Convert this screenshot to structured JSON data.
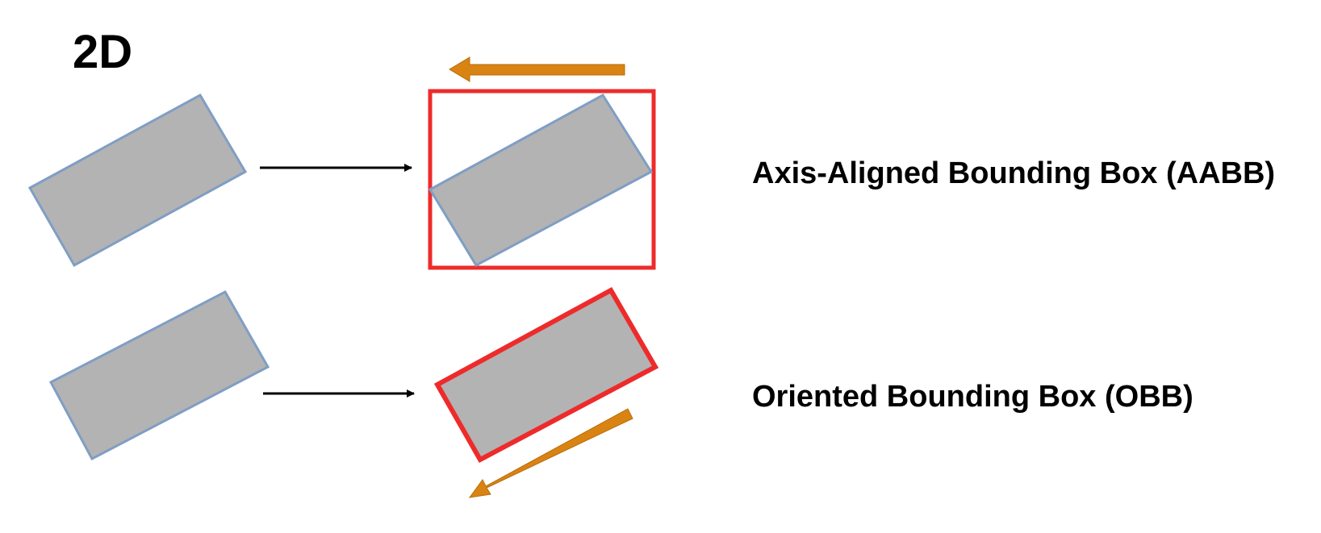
{
  "heading": "2D",
  "labels": {
    "aabb": "Axis-Aligned Bounding Box (AABB)",
    "obb": "Oriented Bounding Box (OBB)"
  },
  "colors": {
    "shape_fill": "#b3b3b3",
    "shape_edge": "#7f9ec4",
    "bounding_box": "#ee2b2b",
    "indicator_arrow": "#d98312",
    "flow_arrow": "#000000"
  }
}
